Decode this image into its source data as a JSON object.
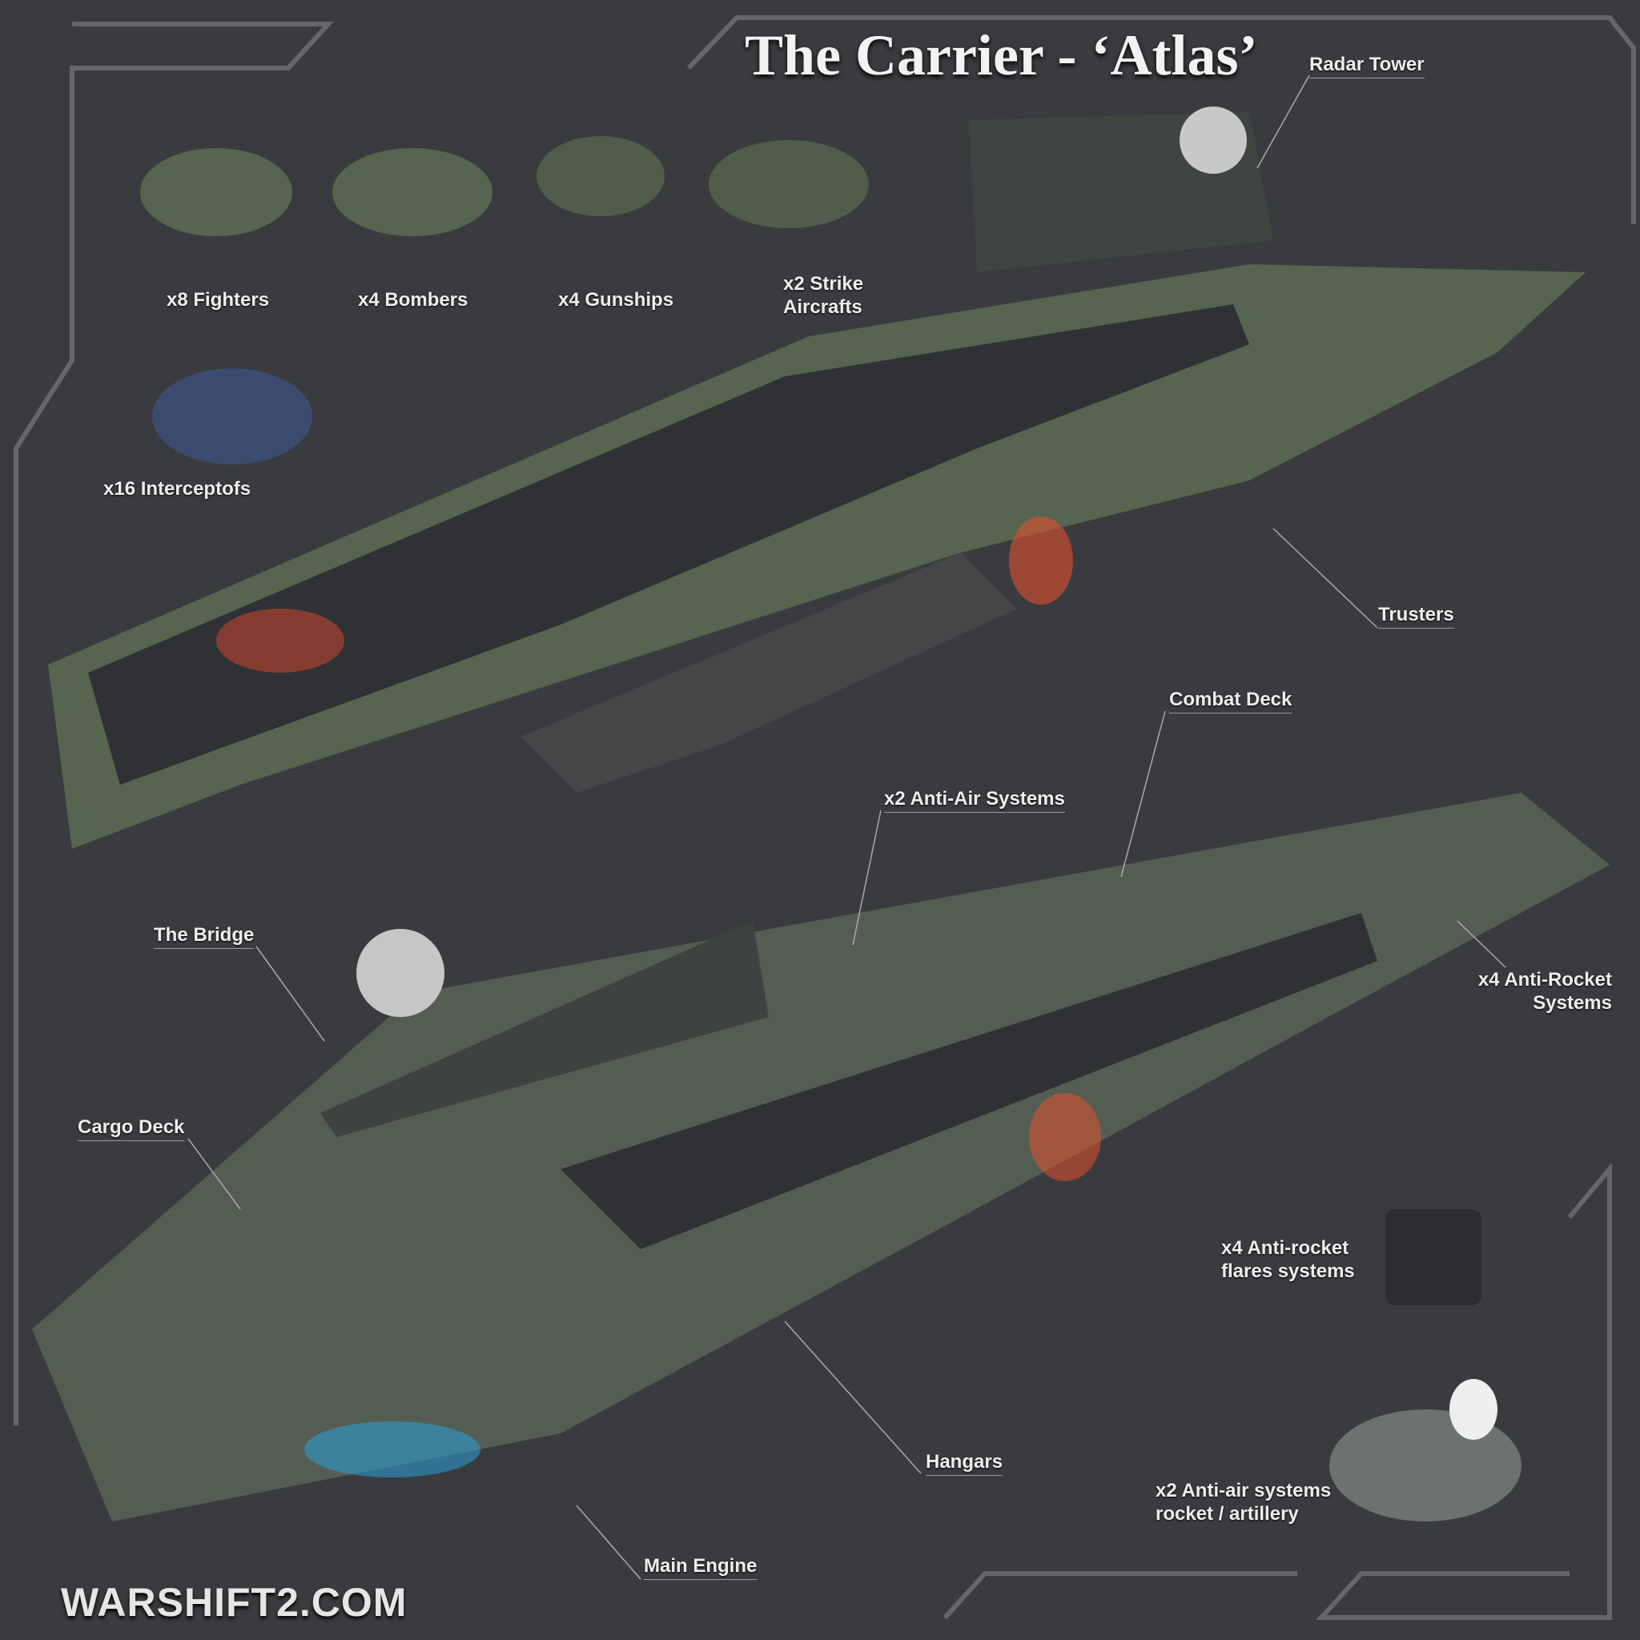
{
  "title": "The Carrier - ‘Atlas’",
  "brand": "WARSHIFT2.COM",
  "aircraft": [
    {
      "label": "x8 Fighters"
    },
    {
      "label": "x4 Bombers"
    },
    {
      "label": "x4 Gunships"
    },
    {
      "label": "x2 Strike",
      "label2": "Aircrafts"
    },
    {
      "label": "x16 Interceptofs"
    }
  ],
  "callouts": {
    "radar_tower": "Radar Tower",
    "trusters": "Trusters",
    "combat_deck": "Combat Deck",
    "anti_air": "x2 Anti-Air Systems",
    "bridge": "The Bridge",
    "anti_rocket_1": "x4 Anti-Rocket",
    "anti_rocket_2": "Systems",
    "cargo_deck": "Cargo Deck",
    "flares_1": "x4 Anti-rocket",
    "flares_2": "flares systems",
    "hangars": "Hangars",
    "aa_rocket_1": "x2 Anti-air systems",
    "aa_rocket_2": "rocket / artillery",
    "main_engine": "Main Engine"
  },
  "colors": {
    "background": "#3a3b3f",
    "hull": "#5d6e58",
    "deck": "#2e3033",
    "frame": "#6a6b6f"
  }
}
